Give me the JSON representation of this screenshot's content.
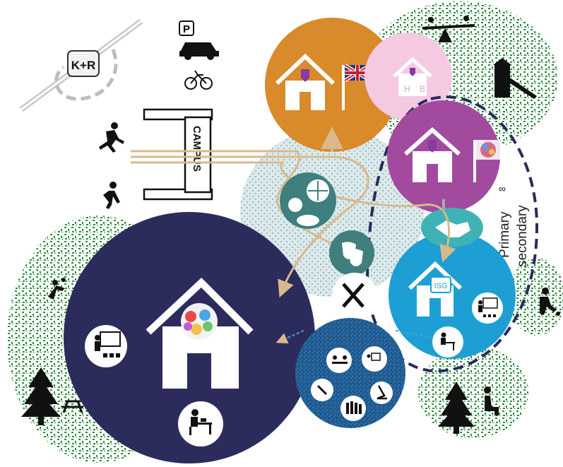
{
  "title": "",
  "labels": {
    "kiss_and_ride": "K+R",
    "parking": "P",
    "campus_gate": "CAMPUS",
    "hb_h": "H",
    "hb_b": "B",
    "isg": "ISG",
    "primary": "Primary",
    "secondary": "secondary",
    "infinity": "∞"
  },
  "colors": {
    "green_texture": "#2a8a3a",
    "orange_building": "#d98a2a",
    "pink_building": "#f6c9e3",
    "magenta_building": "#a24a9e",
    "light_blue_building": "#1e9fd4",
    "navy_building": "#2c2c5c",
    "teal_icon": "#3f7f7e",
    "dotted_center": "#c9dde0",
    "path_color": "#d8b98c",
    "dashed_boundary": "#2a2a5a"
  },
  "icons": [
    "parking-icon",
    "car-icon",
    "bicycle-icon",
    "runner-icon",
    "walker-icon",
    "seesaw-icon",
    "playground-slide-icon",
    "tree-icon",
    "picnic-table-icon",
    "soccer-player-icon",
    "volleyball-player-icon",
    "sports-balls-icon",
    "theatre-masks-icon",
    "handshake-icon",
    "fork-knife-icon",
    "teacher-icon",
    "student-desk-icon",
    "uk-flag-icon",
    "world-flag-icon"
  ]
}
